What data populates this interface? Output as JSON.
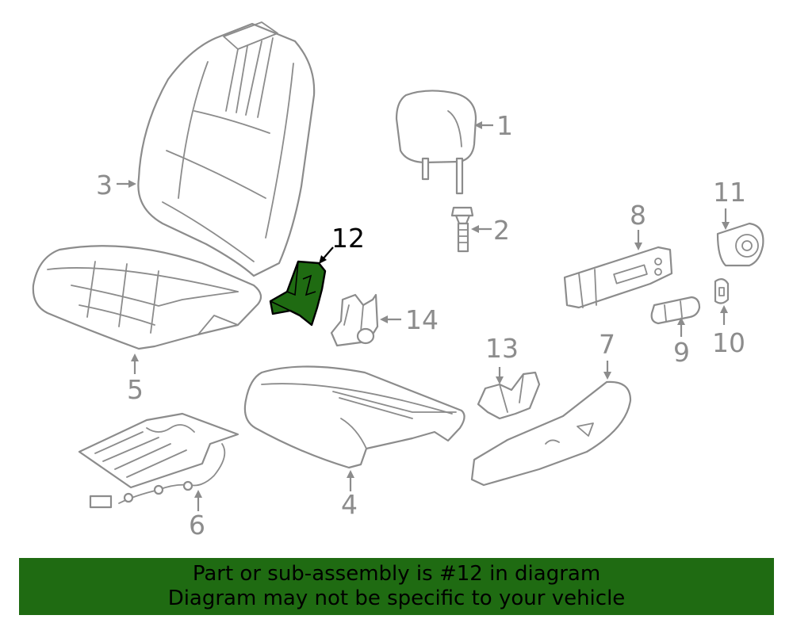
{
  "diagram": {
    "highlight_color": "#1f6b12",
    "line_color": "#8c8c8c",
    "highlighted_part": "12",
    "callouts": [
      "1",
      "2",
      "3",
      "4",
      "5",
      "6",
      "7",
      "8",
      "9",
      "10",
      "11",
      "12",
      "13",
      "14"
    ]
  },
  "banner": {
    "line1": "Part or sub-assembly is #12 in diagram",
    "line2": "Diagram may not be specific to your vehicle"
  }
}
